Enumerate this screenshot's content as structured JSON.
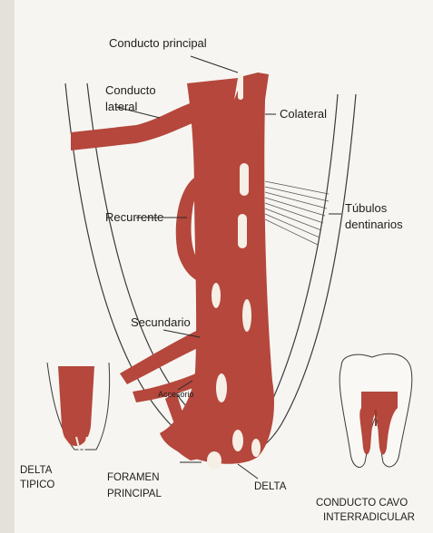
{
  "diagram": {
    "colors": {
      "canal": "#b5473c",
      "canal_dark": "#9a3a30",
      "dentin_line": "#3a3a3a",
      "background": "#f7f5f1",
      "paper_left": "#e4e0da"
    },
    "labels": {
      "conducto_principal": "Conducto principal",
      "conducto_lateral_1": "Conducto",
      "conducto_lateral_2": "lateral",
      "colateral": "Colateral",
      "tubulos_1": "Túbulos",
      "tubulos_2": "dentinarios",
      "recurrente": "Recurrente",
      "secundario": "Secundario",
      "accesorio": "Accesorio",
      "delta_tipico_1": "DELTA",
      "delta_tipico_2": "TIPICO",
      "foramen_1": "FORAMEN",
      "foramen_2": "PRINCIPAL",
      "delta": "DELTA",
      "conducto_cavo_1": "CONDUCTO CAVO",
      "conducto_cavo_2": "INTERRADICULAR"
    }
  }
}
